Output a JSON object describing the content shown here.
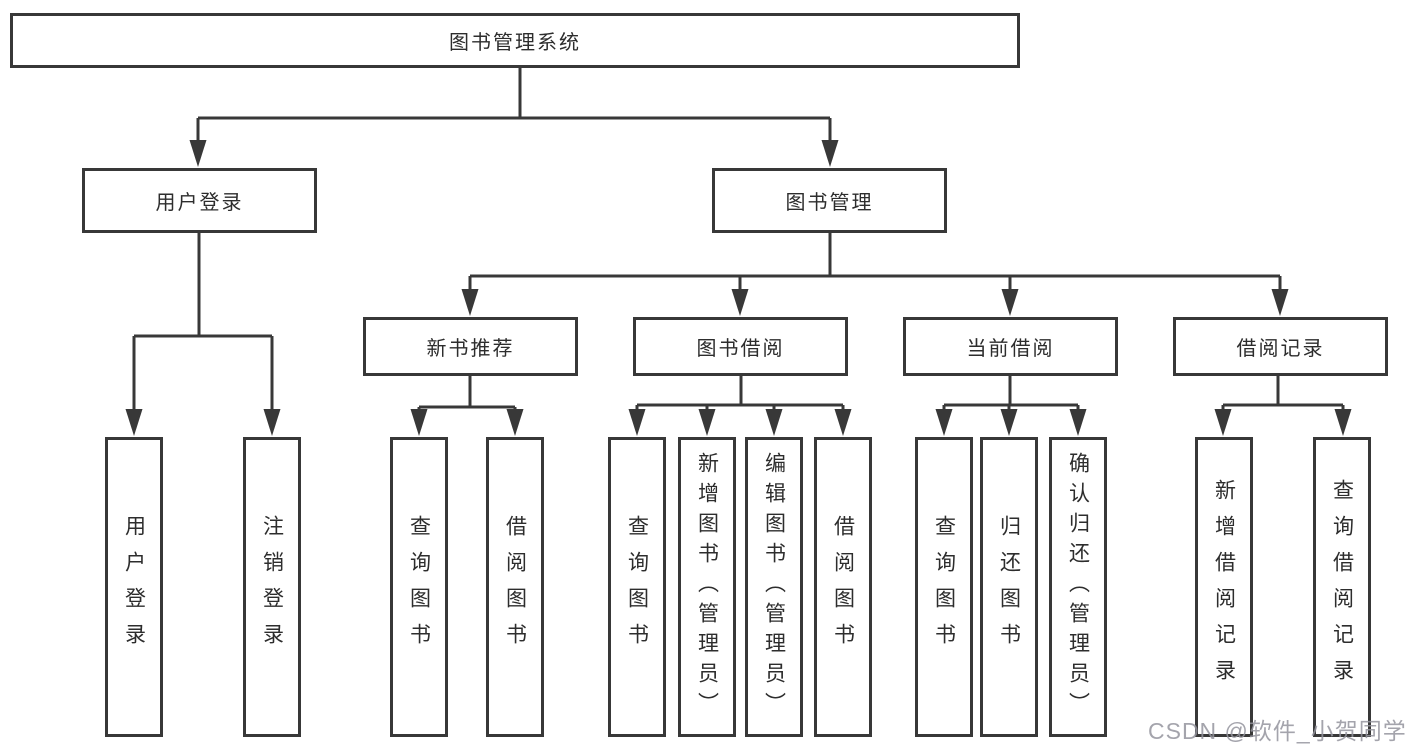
{
  "diagram": {
    "root": "图书管理系统",
    "branches": [
      {
        "label": "用户登录",
        "children": [
          "用户登录",
          "注销登录"
        ]
      },
      {
        "label": "图书管理",
        "sections": [
          {
            "label": "新书推荐",
            "children": [
              "查询图书",
              "借阅图书"
            ]
          },
          {
            "label": "图书借阅",
            "children": [
              "查询图书",
              "新增图书（管理员）",
              "编辑图书（管理员）",
              "借阅图书"
            ]
          },
          {
            "label": "当前借阅",
            "children": [
              "查询图书",
              "归还图书",
              "确认归还（管理员）"
            ]
          },
          {
            "label": "借阅记录",
            "children": [
              "新增借阅记录",
              "查询借阅记录"
            ]
          }
        ]
      }
    ]
  },
  "watermark": "CSDN @软件_小贺同学",
  "colors": {
    "line": "#383838",
    "box_border": "#383838",
    "box_background": "#ffffff",
    "text": "#2d2d2d",
    "watermark": "#9494a0"
  }
}
